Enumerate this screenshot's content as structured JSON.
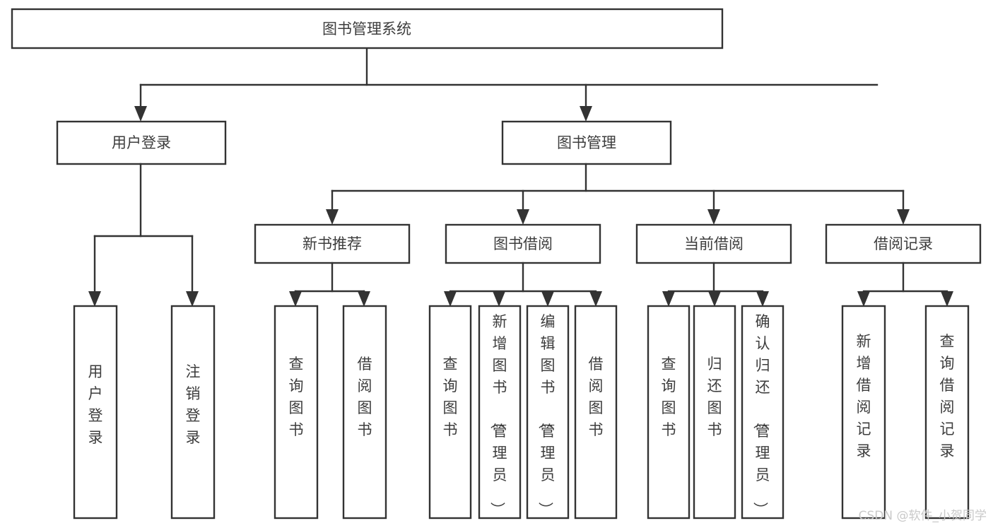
{
  "diagram": {
    "title": "图书管理系统",
    "type": "tree",
    "orientation": "top-down",
    "colors": {
      "box_stroke": "#333333",
      "box_fill": "#ffffff",
      "text": "#3d3d3d",
      "connector": "#333333",
      "watermark": "#c9c9c9",
      "background": "#ffffff"
    },
    "root": {
      "label": "图书管理系统"
    },
    "level2": [
      {
        "label": "用户登录"
      },
      {
        "label": "图书管理"
      }
    ],
    "level3": [
      {
        "label": "新书推荐"
      },
      {
        "label": "图书借阅"
      },
      {
        "label": "当前借阅"
      },
      {
        "label": "借阅记录"
      }
    ],
    "leaves": {
      "user_login": [
        {
          "label": "用户登录"
        },
        {
          "label": "注销登录"
        }
      ],
      "new_book_recommend": [
        {
          "label": "查询图书"
        },
        {
          "label": "借阅图书"
        }
      ],
      "book_borrow": [
        {
          "label": "查询图书"
        },
        {
          "label": "新增图书（管理员）"
        },
        {
          "label": "编辑图书（管理员）"
        },
        {
          "label": "借阅图书"
        }
      ],
      "current_borrow": [
        {
          "label": "查询图书"
        },
        {
          "label": "归还图书"
        },
        {
          "label": "确认归还（管理员）"
        }
      ],
      "borrow_records": [
        {
          "label": "新增借阅记录"
        },
        {
          "label": "查询借阅记录"
        }
      ]
    }
  },
  "watermark": {
    "text": "CSDN @软件_小贺同学"
  }
}
